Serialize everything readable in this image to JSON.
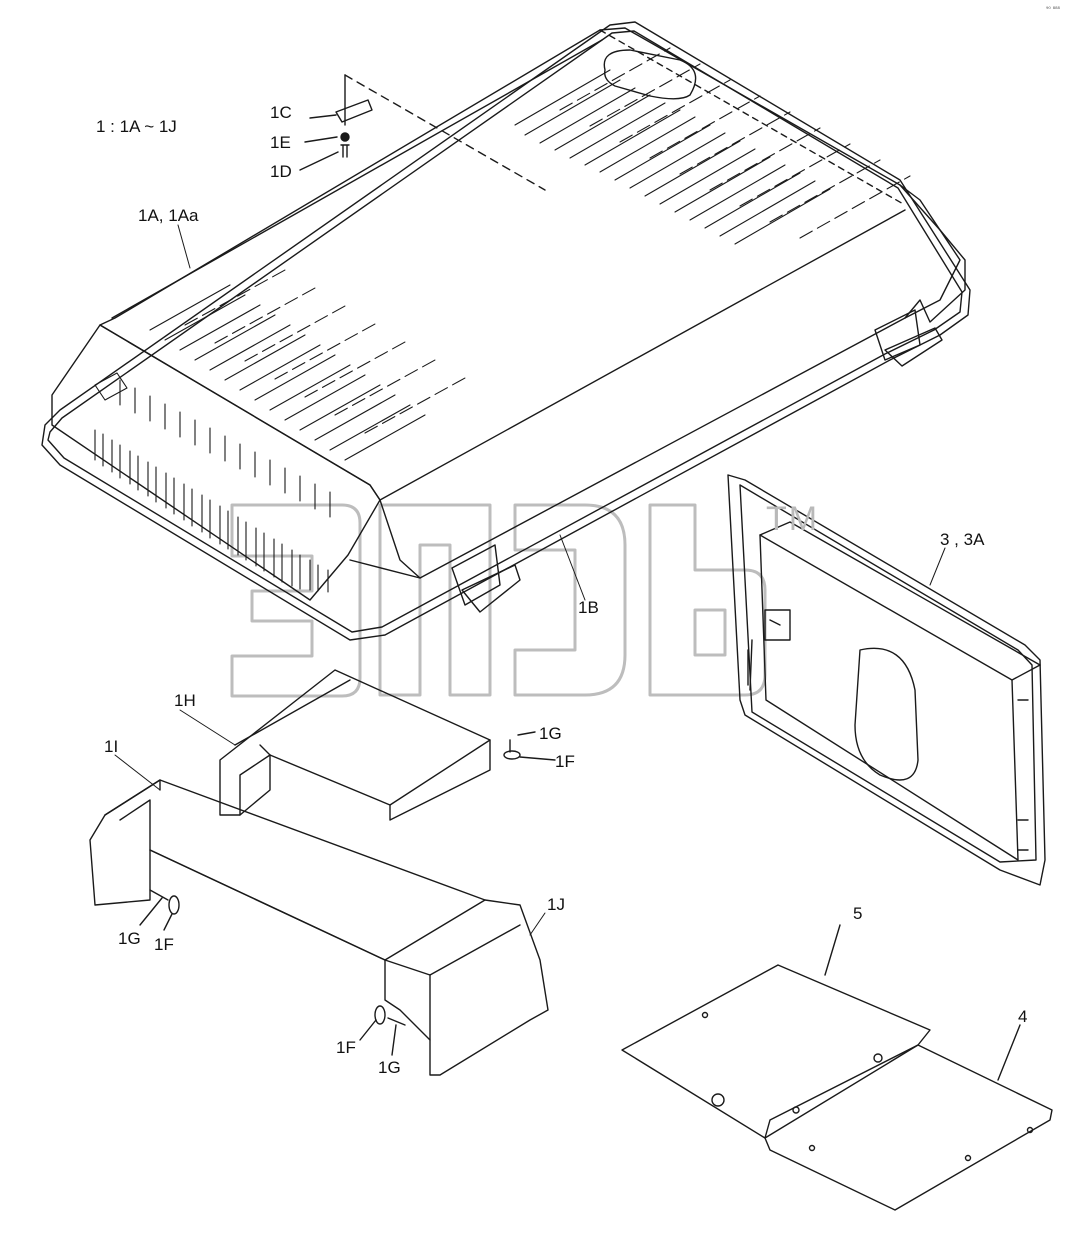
{
  "diagram": {
    "header_note": "1 : 1A ~ 1J",
    "corner_mark": "₉₀ ₈₈₈",
    "watermark_tm": "TM",
    "parts": [
      {
        "id": "1C",
        "label": "1C"
      },
      {
        "id": "1E",
        "label": "1E"
      },
      {
        "id": "1D",
        "label": "1D"
      },
      {
        "id": "1A",
        "label": "1A, 1Aa"
      },
      {
        "id": "1B",
        "label": "1B"
      },
      {
        "id": "3",
        "label": "3 , 3A"
      },
      {
        "id": "1H",
        "label": "1H"
      },
      {
        "id": "1G-top",
        "label": "1G"
      },
      {
        "id": "1F-top",
        "label": "1F"
      },
      {
        "id": "1I",
        "label": "1I"
      },
      {
        "id": "1G-left",
        "label": "1G"
      },
      {
        "id": "1F-left",
        "label": "1F"
      },
      {
        "id": "1J",
        "label": "1J"
      },
      {
        "id": "1F-bottom",
        "label": "1F"
      },
      {
        "id": "1G-bottom",
        "label": "1G"
      },
      {
        "id": "5",
        "label": "5"
      },
      {
        "id": "4",
        "label": "4"
      }
    ]
  },
  "colors": {
    "line": "#1a1a1a",
    "watermark": "#bdbdbd",
    "background": "#ffffff"
  }
}
